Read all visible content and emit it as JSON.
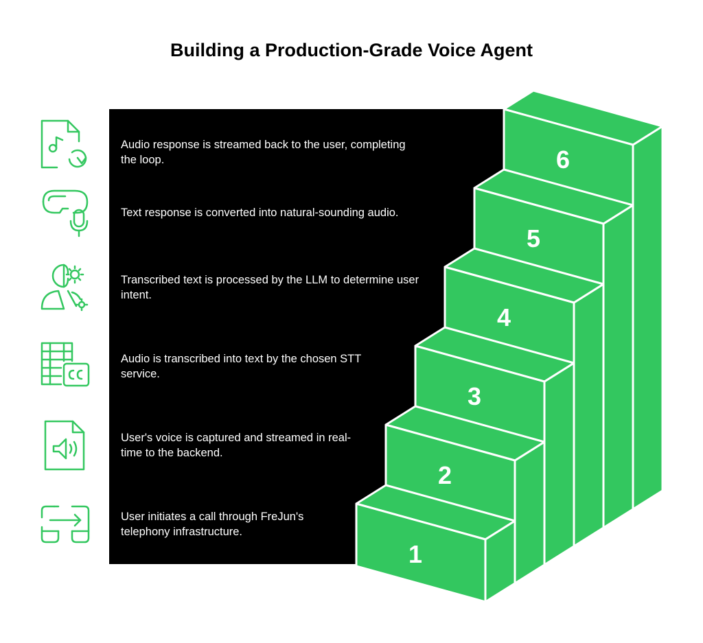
{
  "title": "Building a Production-Grade Voice Agent",
  "colors": {
    "accent": "#33c75f",
    "panel": "#000000",
    "stroke": "#ffffff"
  },
  "steps": [
    {
      "number": "1",
      "icon": "call-transfer-icon",
      "text": "User initiates a call through FreJun's telephony infrastructure."
    },
    {
      "number": "2",
      "icon": "audio-file-icon",
      "text": "User's voice is captured and streamed in real-time to the backend."
    },
    {
      "number": "3",
      "icon": "film-captions-icon",
      "text": "Audio is transcribed into text by the chosen STT service."
    },
    {
      "number": "4",
      "icon": "ai-brain-gears-icon",
      "text": "Transcribed text is processed by the LLM to determine user intent."
    },
    {
      "number": "5",
      "icon": "headset-microphone-icon",
      "text": "Text response is converted into natural-sounding audio."
    },
    {
      "number": "6",
      "icon": "music-file-replay-icon",
      "text": "Audio response is streamed back to the user, completing the loop."
    }
  ]
}
